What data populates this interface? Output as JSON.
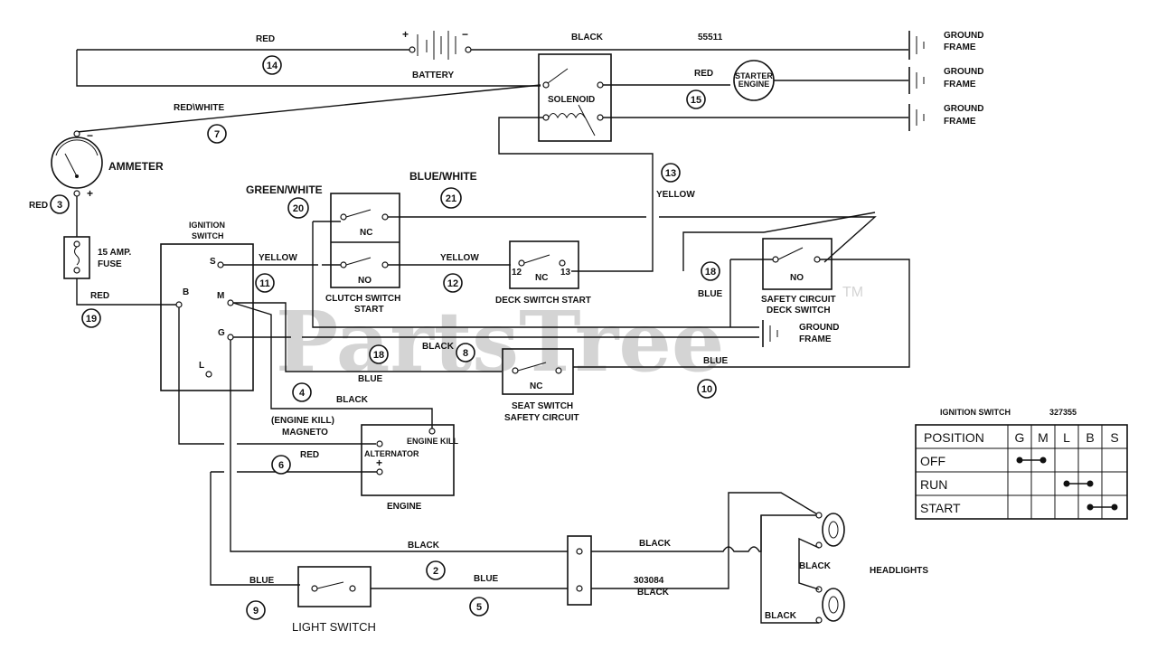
{
  "watermark": {
    "text": "PartsTree",
    "tm": "TM"
  },
  "components": {
    "battery": "BATTERY",
    "battery_plus": "+",
    "battery_minus": "−",
    "solenoid": "SOLENOID",
    "starter_line1": "STARTER",
    "starter_line2": "ENGINE",
    "ammeter": "AMMETER",
    "ammeter_minus": "−",
    "ammeter_plus": "+",
    "fuse_line1": "15 AMP.",
    "fuse_line2": "FUSE",
    "ignition_line1": "IGNITION",
    "ignition_line2": "SWITCH",
    "ign_s": "S",
    "ign_b": "B",
    "ign_m": "M",
    "ign_g": "G",
    "ign_l": "L",
    "clutch_nc": "NC",
    "clutch_no": "NO",
    "clutch_line1": "CLUTCH SWITCH",
    "clutch_line2": "START",
    "deck_12": "12",
    "deck_nc": "NC",
    "deck_13": "13",
    "deck_label": "DECK SWITCH START",
    "safety_no": "NO",
    "safety_line1": "SAFETY CIRCUIT",
    "safety_line2": "DECK SWITCH",
    "seat_nc": "NC",
    "seat_line1": "SEAT SWITCH",
    "seat_line2": "SAFETY CIRCUIT",
    "engine_kill_line1": "(ENGINE KILL)",
    "engine_kill_line2": "MAGNETO",
    "alternator": "ALTERNATOR",
    "engine_kill_term": "ENGINE KILL",
    "engine_plus": "+",
    "engine": "ENGINE",
    "light_switch": "LIGHT SWITCH",
    "headlights": "HEADLIGHTS",
    "ground_1": "GROUND",
    "frame_1": "FRAME",
    "ground_2": "GROUND",
    "frame_2": "FRAME",
    "ground_3": "GROUND",
    "frame_3": "FRAME",
    "ground_4": "GROUND",
    "frame_4": "FRAME"
  },
  "wires": {
    "w14_color": "RED",
    "w14_num": "14",
    "w_black_top": "BLACK",
    "part_55511": "55511",
    "w15_color": "RED",
    "w15_num": "15",
    "w7_color": "RED\\WHITE",
    "w7_num": "7",
    "w3_color": "RED",
    "w3_num": "3",
    "w19_color": "RED",
    "w19_num": "19",
    "w20_color": "GREEN/WHITE",
    "w20_num": "20",
    "w21_color": "BLUE/WHITE",
    "w21_num": "21",
    "w13_color": "YELLOW",
    "w13_num": "13",
    "w11_color": "YELLOW",
    "w11_num": "11",
    "w12_color": "YELLOW",
    "w12_num": "12",
    "w18a_color": "BLUE",
    "w18a_num": "18",
    "w18b_color": "BLUE",
    "w18b_num": "18",
    "w8_color": "BLACK",
    "w8_num": "8",
    "w10_color": "BLUE",
    "w10_num": "10",
    "w4_color": "BLACK",
    "w4_num": "4",
    "w6_color": "RED",
    "w6_num": "6",
    "w2_color": "BLACK",
    "w2_num": "2",
    "w9_color": "BLUE",
    "w9_num": "9",
    "w5_color": "BLUE",
    "w5_num": "5",
    "w_black_head1": "BLACK",
    "part_303084": "303084",
    "w_black_head2": "BLACK",
    "w_black_head3": "BLACK",
    "w_black_head4": "BLACK"
  },
  "ignition_table": {
    "title": "IGNITION SWITCH",
    "part": "327355",
    "headers": [
      "POSITION",
      "G",
      "M",
      "L",
      "B",
      "S"
    ],
    "rows": [
      {
        "label": "OFF",
        "connects": [
          "G",
          "M"
        ]
      },
      {
        "label": "RUN",
        "connects": [
          "L",
          "B"
        ]
      },
      {
        "label": "START",
        "connects": [
          "B",
          "S"
        ]
      }
    ]
  }
}
